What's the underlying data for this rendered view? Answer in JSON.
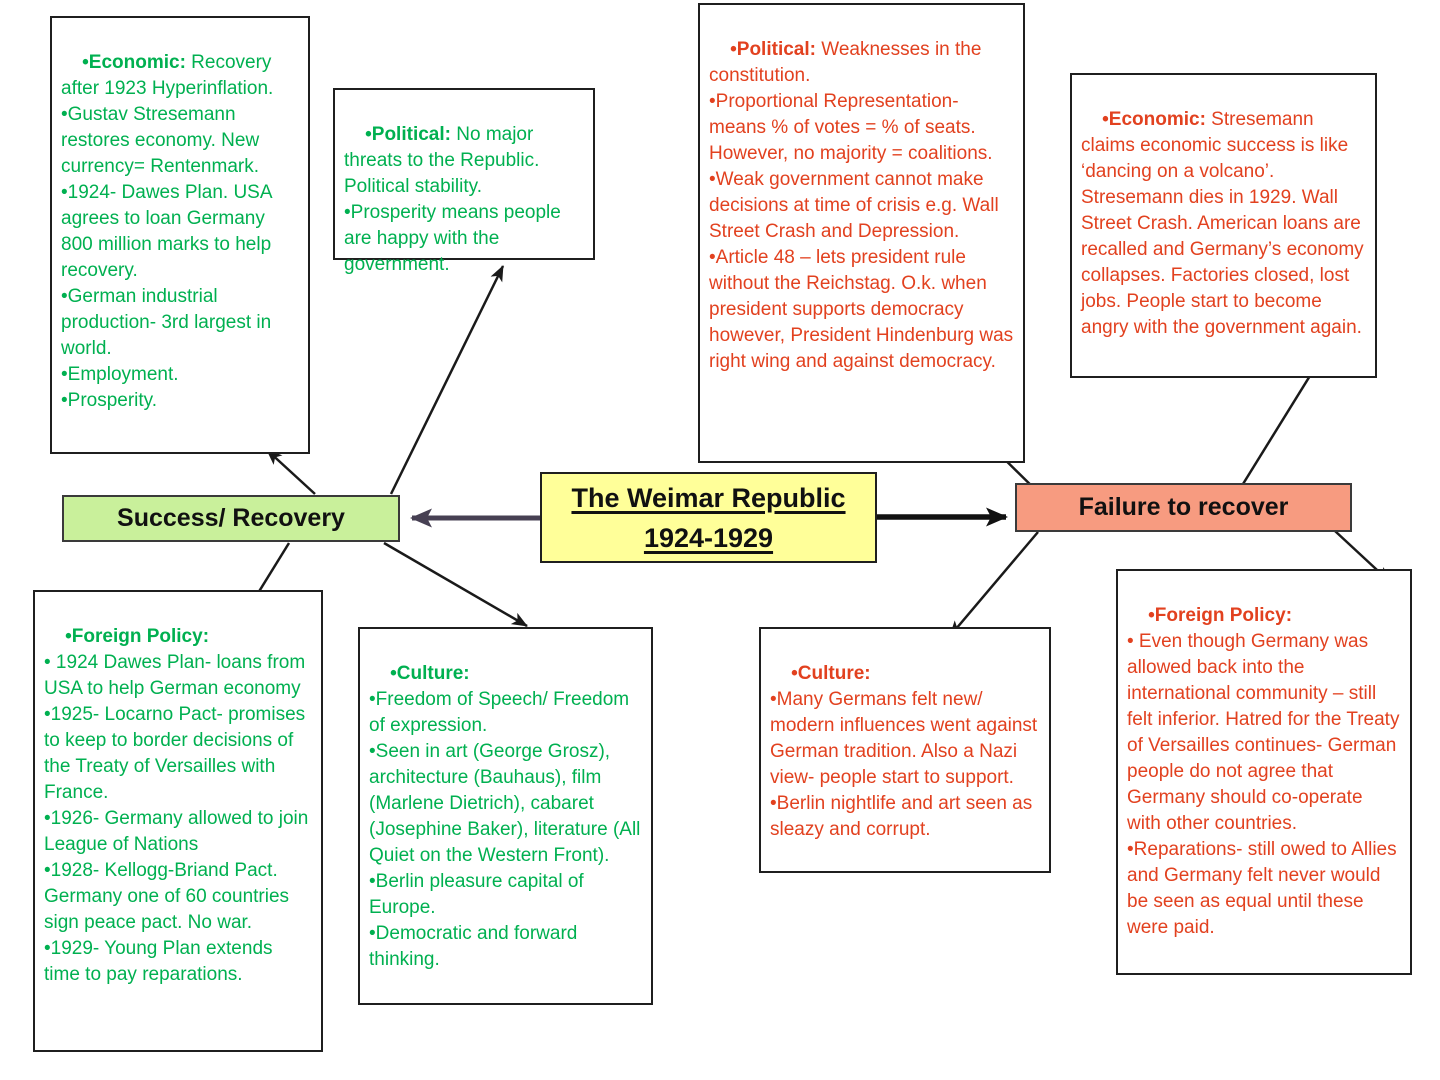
{
  "title": {
    "line1": "The Weimar Republic",
    "line2": "1924-1929"
  },
  "branches": {
    "success_label": "Success/ Recovery",
    "failure_label": "Failure to recover"
  },
  "boxes": {
    "success_economic": {
      "bold": "•Economic:",
      "text": " Recovery after 1923 Hyperinflation.\n•Gustav Stresemann restores economy. New currency= Rentenmark.\n•1924- Dawes Plan. USA agrees to loan Germany 800 million marks to help recovery.\n•German industrial production- 3rd largest in world.\n•Employment.\n•Prosperity."
    },
    "success_political": {
      "bold": "•Political:",
      "text": " No major threats to the Republic. Political stability.\n•Prosperity means people are happy with the government."
    },
    "success_foreign": {
      "bold": "•Foreign Policy:",
      "text": "\n• 1924 Dawes Plan- loans from USA to help German economy\n•1925- Locarno Pact- promises to keep to border decisions of the Treaty of Versailles with France.\n•1926- Germany allowed to join League of Nations\n•1928- Kellogg-Briand Pact. Germany one of 60 countries sign peace pact. No war.\n•1929- Young Plan extends time to pay reparations."
    },
    "success_culture": {
      "bold": "•Culture:",
      "text": "\n•Freedom of Speech/ Freedom of expression.\n•Seen in art (George Grosz), architecture (Bauhaus), film (Marlene Dietrich), cabaret (Josephine Baker), literature (All Quiet on the Western Front).\n•Berlin pleasure capital of Europe.\n•Democratic and forward thinking."
    },
    "failure_political": {
      "bold": "•Political:",
      "text": " Weaknesses in the constitution.\n•Proportional Representation- means % of votes = % of seats. However, no majority = coalitions.\n•Weak government cannot make decisions at time of crisis e.g. Wall Street Crash and Depression.\n•Article 48 – lets president rule without the Reichstag. O.k. when president supports democracy however, President Hindenburg was right wing and against democracy."
    },
    "failure_economic": {
      "bold": "•Economic:",
      "text": " Stresemann claims economic success is like ‘dancing on a volcano’. Stresemann dies in 1929. Wall Street Crash. American loans are recalled and Germany’s economy collapses. Factories closed, lost jobs. People start to become angry with the government again."
    },
    "failure_culture": {
      "bold": "•Culture:",
      "text": "\n•Many Germans felt new/ modern influences went against German tradition. Also a Nazi view- people start to support.\n•Berlin nightlife and art seen as sleazy and corrupt."
    },
    "failure_foreign": {
      "bold": "•Foreign Policy:",
      "text": "\n• Even though Germany was allowed back into the international community – still felt inferior. Hatred for the Treaty of Versailles continues- German people do not agree that Germany should co-operate with other countries.\n•Reparations- still owed to Allies and Germany felt never would be seen as equal until these were paid."
    }
  },
  "colors": {
    "green_text": "#00B050",
    "red_text": "#E2411F",
    "success_fill": "#C9F09B",
    "failure_fill": "#F79B80",
    "title_fill": "#FFFF99",
    "arrow_purple": "#474053"
  }
}
